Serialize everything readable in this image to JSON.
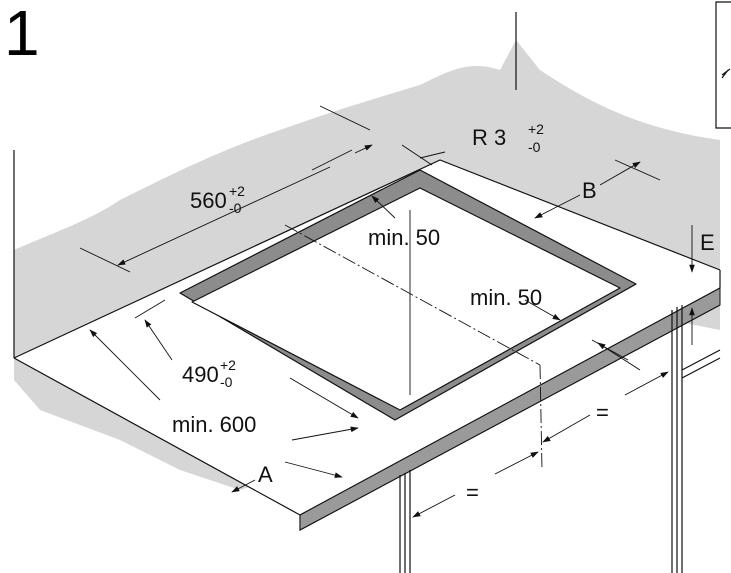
{
  "step_number": "1",
  "labels": {
    "radius_prefix": "R 3",
    "radius_tol_plus": "+2",
    "radius_tol_minus": "-0",
    "width_value": "560",
    "width_tol_plus": "+2",
    "width_tol_minus": "-0",
    "min_top": "min. 50",
    "min_right": "min. 50",
    "depth_value": "490",
    "depth_tol_plus": "+2",
    "depth_tol_minus": "-0",
    "min_600": "min. 600",
    "letter_a": "A",
    "letter_b": "B",
    "letter_e": "E",
    "equal_upper": "=",
    "equal_lower": "="
  },
  "colors": {
    "wall_shade": "#d6d6d6",
    "frame_gray": "#8c8c8c",
    "line": "#111111"
  }
}
